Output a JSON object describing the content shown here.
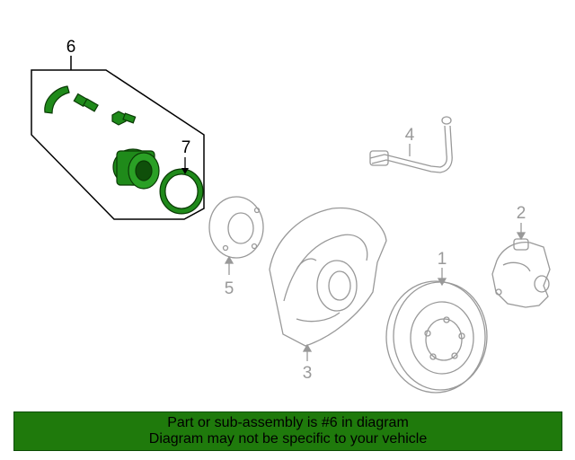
{
  "diagram": {
    "callouts": {
      "c1": "1",
      "c2": "2",
      "c3": "3",
      "c4": "4",
      "c5": "5",
      "c6": "6",
      "c7": "7"
    },
    "colors": {
      "highlight": "#1f8a1a",
      "line": "#999999",
      "outline": "#000000"
    }
  },
  "banner": {
    "line1": "Part or sub-assembly is #6 in diagram",
    "line2": "Diagram may not be specific to your vehicle",
    "background": "#1f7a0c"
  }
}
